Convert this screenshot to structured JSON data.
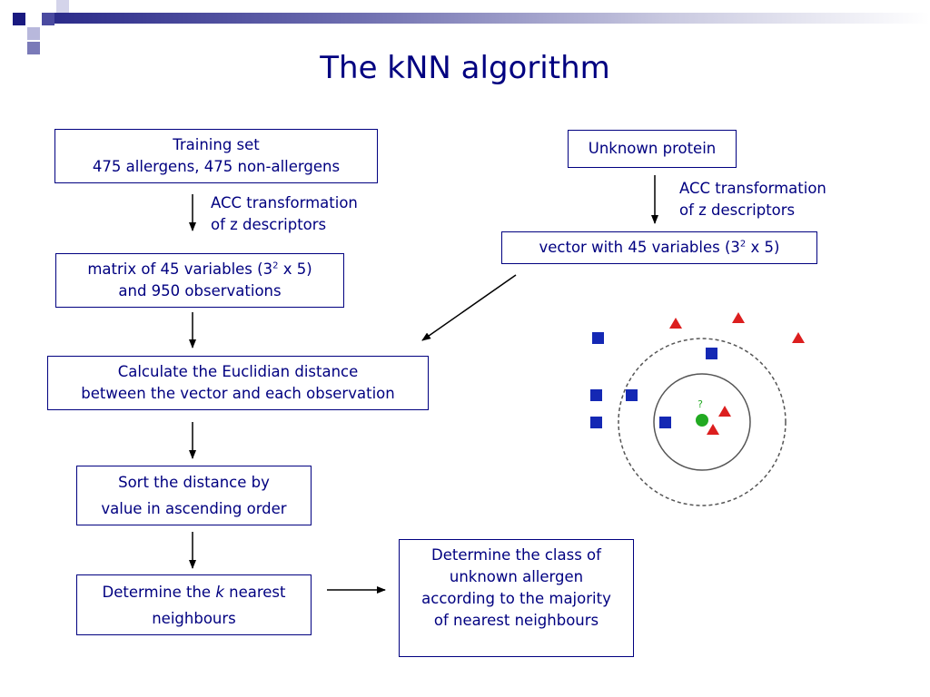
{
  "title": "The kNN algorithm",
  "left_flow": {
    "training_line1": "Training set",
    "training_line2": "475 allergens, 475 non-allergens",
    "acc_line1": "ACC transformation",
    "acc_line2": "of z descriptors",
    "matrix_pre": "matrix of 45 variables (3",
    "matrix_sup": "2",
    "matrix_post": " x 5)",
    "matrix_line2": "and 950 observations",
    "calc_line1": "Calculate the Euclidian distance",
    "calc_line2": "between the vector and each observation",
    "sort_line1": "Sort the distance by",
    "sort_line2": "value in ascending order",
    "knn_pre": "Determine the ",
    "knn_k": "k",
    "knn_post": " nearest",
    "knn_line2": "neighbours"
  },
  "right_flow": {
    "unknown": "Unknown protein",
    "acc_line1": "ACC transformation",
    "acc_line2": "of z descriptors",
    "vector_pre": "vector with 45 variables (3",
    "vector_sup": "2",
    "vector_post": " x 5)"
  },
  "result": {
    "line1": "Determine the class of",
    "line2": "unknown allergen",
    "line3": "according to the majority",
    "line4": "of nearest neighbours"
  },
  "illustration": {
    "query_mark": "?",
    "colors": {
      "square": "#1428b4",
      "triangle": "#dc1e1e",
      "query": "#22aa22",
      "ink": "#000080"
    }
  }
}
